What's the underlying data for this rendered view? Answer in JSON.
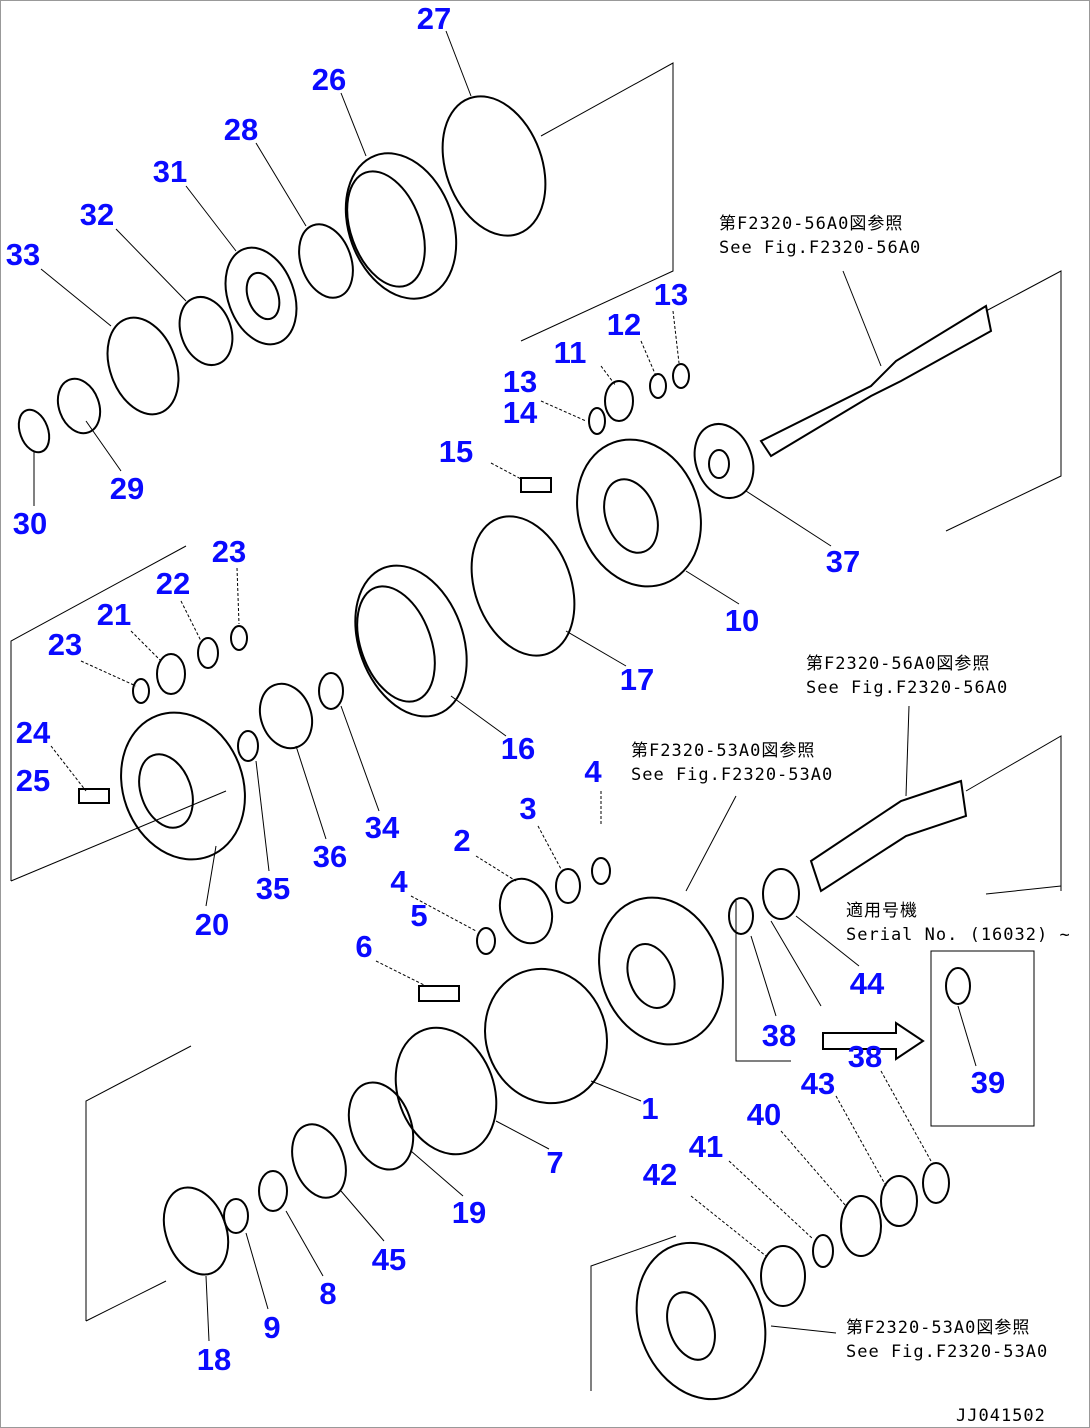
{
  "labels": {
    "l27": "27",
    "l26": "26",
    "l28": "28",
    "l31": "31",
    "l32": "32",
    "l33": "33",
    "l29": "29",
    "l30": "30",
    "l13a": "13",
    "l12": "12",
    "l11": "11",
    "l13b": "13",
    "l14": "14",
    "l15": "15",
    "l37": "37",
    "l10": "10",
    "l17": "17",
    "l16": "16",
    "l23a": "23",
    "l22": "22",
    "l21": "21",
    "l23b": "23",
    "l24": "24",
    "l25": "25",
    "l20": "20",
    "l35": "35",
    "l36": "36",
    "l34": "34",
    "l4a": "4",
    "l3": "3",
    "l2": "2",
    "l4b": "4",
    "l5": "5",
    "l6": "6",
    "l1": "1",
    "l7": "7",
    "l19": "19",
    "l45": "45",
    "l8": "8",
    "l9": "9",
    "l18": "18",
    "l38a": "38",
    "l44": "44",
    "l38b": "38",
    "l39": "39",
    "l43": "43",
    "l40": "40",
    "l41": "41",
    "l42": "42"
  },
  "notes": {
    "ref1_jp": "第F2320-56A0図参照",
    "ref1_en": "See Fig.F2320-56A0",
    "ref2_jp": "第F2320-56A0図参照",
    "ref2_en": "See Fig.F2320-56A0",
    "ref3_jp": "第F2320-53A0図参照",
    "ref3_en": "See Fig.F2320-53A0",
    "ref4_jp": "第F2320-53A0図参照",
    "ref4_en": "See Fig.F2320-53A0",
    "serial_jp": "適用号機",
    "serial_en": "Serial No. (16032) ~",
    "drawing_code": "JJ041502"
  },
  "colors": {
    "label": "#0a0aff",
    "line": "#000000"
  }
}
